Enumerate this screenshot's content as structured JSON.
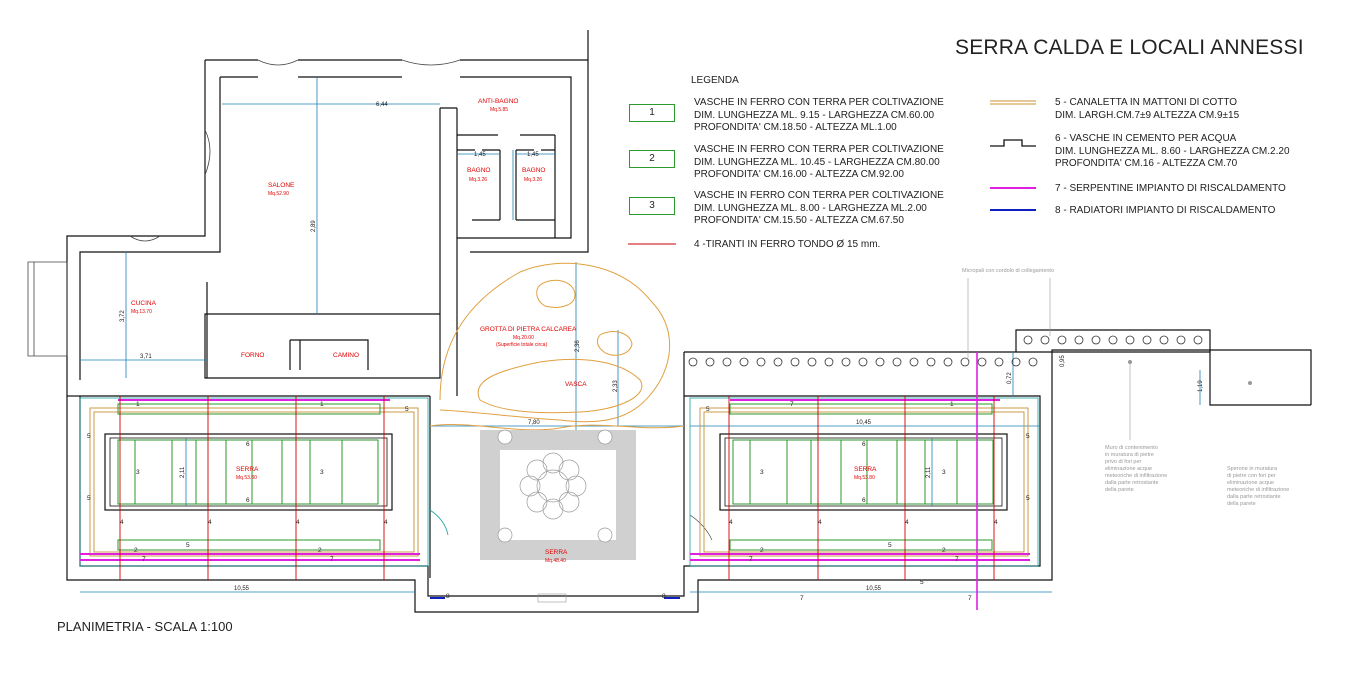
{
  "title": "SERRA CALDA E LOCALI ANNESSI",
  "plan_label": "PLANIMETRIA - SCALA 1:100",
  "legend": {
    "title": "LEGENDA",
    "items": [
      {
        "key": "1",
        "lines": [
          "VASCHE IN FERRO CON TERRA PER COLTIVAZIONE",
          "DIM.  LUNGHEZZA ML. 9.15 - LARGHEZZA CM.60.00",
          "PROFONDITA' CM.18.50 - ALTEZZA ML.1.00"
        ]
      },
      {
        "key": "2",
        "lines": [
          "VASCHE IN FERRO CON TERRA PER COLTIVAZIONE",
          "DIM.  LUNGHEZZA ML. 10.45 - LARGHEZZA CM.80.00",
          "PROFONDITA' CM.16.00 - ALTEZZA CM.92.00"
        ]
      },
      {
        "key": "3",
        "lines": [
          "VASCHE IN FERRO CON TERRA PER COLTIVAZIONE",
          "DIM.  LUNGHEZZA ML. 8.00 - LARGHEZZA ML.2.00",
          "PROFONDITA' CM.15.50 - ALTEZZA CM.67.50"
        ]
      },
      {
        "key": "4",
        "lines": [
          "4 -TIRANTI IN FERRO TONDO Ø 15 mm."
        ]
      },
      {
        "key": "5",
        "lines": [
          "5 - CANALETTA IN MATTONI DI COTTO",
          "DIM. LARGH.CM.7±9 ALTEZZA CM.9±15"
        ]
      },
      {
        "key": "6",
        "lines": [
          "6 - VASCHE IN CEMENTO  PER ACQUA",
          "DIM.  LUNGHEZZA ML. 8.60 - LARGHEZZA CM.2.20",
          "PROFONDITA' CM.16 - ALTEZZA CM.70"
        ]
      },
      {
        "key": "7",
        "lines": [
          "7 - SERPENTINE IMPIANTO DI RISCALDAMENTO"
        ]
      },
      {
        "key": "8",
        "lines": [
          "8 - RADIATORI IMPIANTO DI RISCALDAMENTO"
        ]
      }
    ]
  },
  "rooms": {
    "anti_bagno": "ANTI-BAGNO",
    "anti_bagno_area": "Mq.5.85",
    "bagno": "BAGNO",
    "bagno_area": "Mq.3.26",
    "salone": "SALONE",
    "salone_area": "Mq.52.90",
    "cucina": "CUCINA",
    "cucina_area": "Mq.13.70",
    "forno": "FORNO",
    "camino": "CAMINO",
    "grotta": "GROTTA DI PIETRA CALCAREA",
    "grotta_area": "Mq.20.00",
    "grotta_note": "(Superficie totale circa)",
    "vasca": "VASCA",
    "serra": "SERRA",
    "serra_side_area": "Mq.53.80",
    "serra_center_area": "Mq.48.40"
  },
  "notes": {
    "micropali": "Micropali con cordolo di collegamento",
    "muro": [
      "Muro di contenimento",
      "in muratura di pietre",
      "privo di fori per",
      "eliminazione acque",
      "meteoriche di infiltrazione",
      "dalla parte retrostante",
      "della parete"
    ],
    "sperone": [
      "Sperone in muratura",
      "di pietre con fori per",
      "eliminazione acque",
      "meteoriche di infiltrazione",
      "dalla parte retrostante",
      "della parete"
    ]
  },
  "dims": {
    "d644": "6,44",
    "d145": "1,45",
    "d289": "2,89",
    "d372": "3,72",
    "d371": "3,71",
    "d780": "7,80",
    "d1045": "10,45",
    "d1055": "10,55",
    "d211": "2,11",
    "d236": "2,36",
    "d233": "2,33",
    "d072": "0,72",
    "d095": "0,95",
    "d119": "1,19"
  },
  "colors": {
    "wall": "#111111",
    "dim_line": "#1a7fb5",
    "tirante": "#cc0000",
    "canaletta": "#c89030",
    "serpentine": "#e020e0",
    "radiatori": "#1020c0",
    "vasca_green": "#2a9a2a",
    "paving": "#d0d0d0",
    "teal": "#1aa0a0"
  }
}
